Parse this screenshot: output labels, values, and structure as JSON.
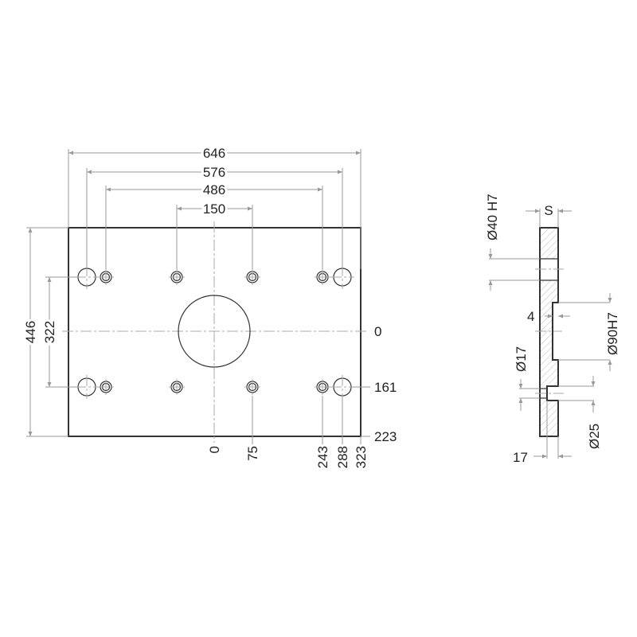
{
  "front_view": {
    "dims_horizontal": [
      "646",
      "576",
      "486",
      "150"
    ],
    "dims_vertical": [
      "446",
      "322"
    ],
    "y_coords": [
      "0",
      "161",
      "223"
    ],
    "x_coords": [
      "0",
      "75",
      "243",
      "288",
      "323"
    ]
  },
  "side_view": {
    "thickness": "S",
    "bore_40": "Ø40 H7",
    "recess_depth": "4",
    "recess_90": "Ø90H7",
    "hole_17": "Ø17",
    "counterbore_25": "Ø25",
    "counterbore_depth": "17"
  },
  "colors": {
    "line": "#333333",
    "dimension": "#999999",
    "hatch": "#bbbbbb"
  }
}
